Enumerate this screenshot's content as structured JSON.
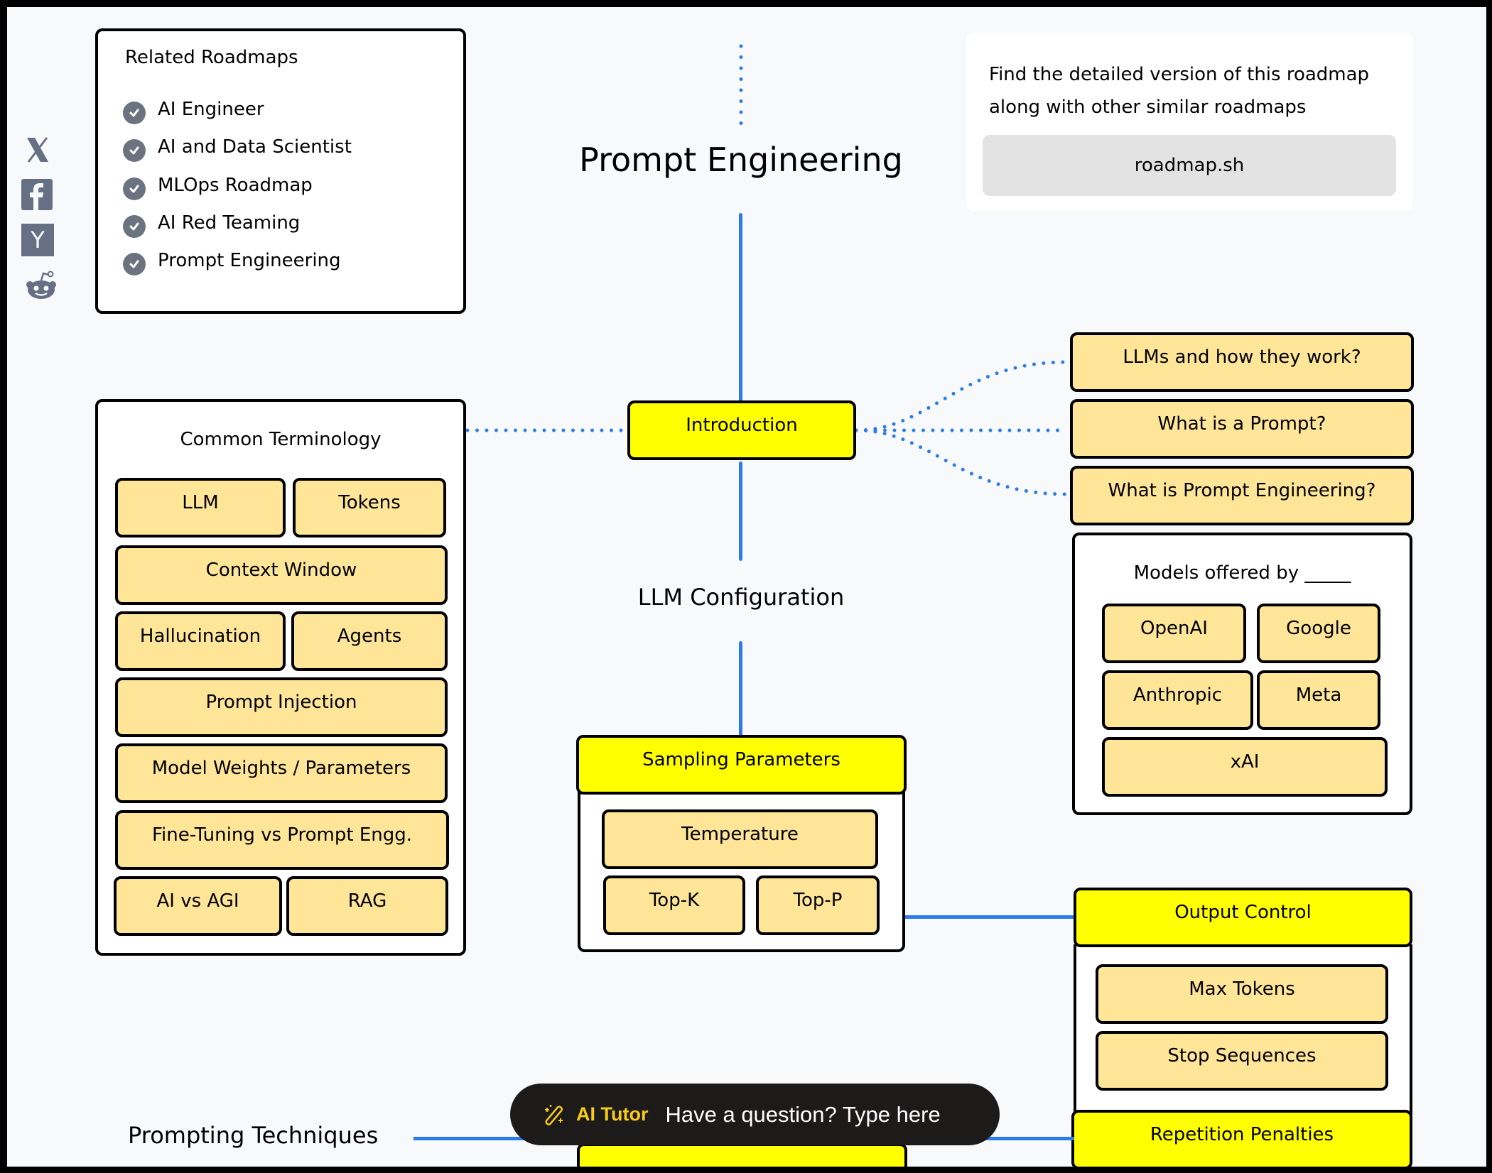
{
  "title": "Prompt Engineering",
  "social": {
    "icons": [
      "x-icon",
      "facebook-icon",
      "hackernews-icon",
      "reddit-icon"
    ]
  },
  "related": {
    "heading": "Related Roadmaps",
    "items": [
      "AI Engineer",
      "AI and Data Scientist",
      "MLOps Roadmap",
      "AI Red Teaming",
      "Prompt Engineering"
    ]
  },
  "info": {
    "text_line1": "Find the detailed version of this roadmap",
    "text_line2": "along with other similar roadmaps",
    "button": "roadmap.sh"
  },
  "terminology": {
    "heading": "Common Terminology",
    "items": [
      "LLM",
      "Tokens",
      "Context Window",
      "Hallucination",
      "Agents",
      "Prompt Injection",
      "Model Weights / Parameters",
      "Fine-Tuning vs Prompt Engg.",
      "AI vs AGI",
      "RAG"
    ]
  },
  "introduction": {
    "label": "Introduction",
    "children": [
      "LLMs and how they work?",
      "What is a Prompt?",
      "What is Prompt Engineering?"
    ]
  },
  "models": {
    "heading": "Models offered by _____",
    "items": [
      "OpenAI",
      "Google",
      "Anthropic",
      "Meta",
      "xAI"
    ]
  },
  "llm_config": {
    "label": "LLM Configuration"
  },
  "sampling": {
    "label": "Sampling Parameters",
    "items": [
      "Temperature",
      "Top-K",
      "Top-P"
    ]
  },
  "output_control": {
    "label": "Output Control",
    "items": [
      "Max Tokens",
      "Stop Sequences"
    ]
  },
  "repetition": {
    "label": "Repetition Penalties"
  },
  "prompting": {
    "label": "Prompting Techniques"
  },
  "ai_tutor": {
    "label": "AI Tutor",
    "placeholder": "Have a question? Type here"
  },
  "colors": {
    "main_node": "#ffff00",
    "sub_node": "#fee597",
    "connector": "#2b7ce9",
    "tutor_accent": "#facc15"
  }
}
